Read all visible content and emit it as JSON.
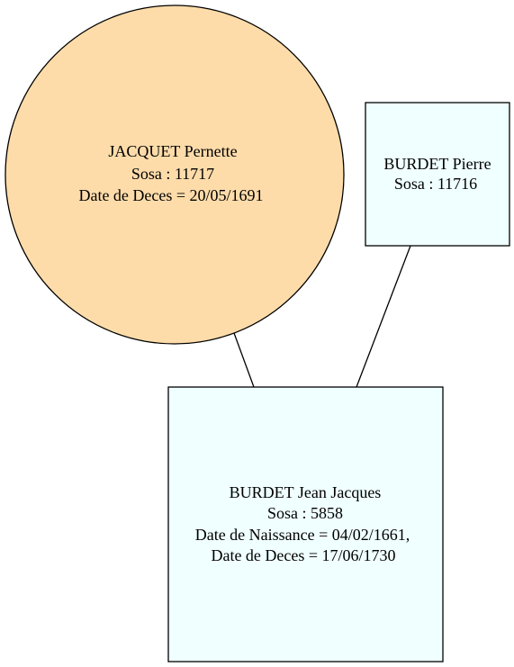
{
  "colors": {
    "female_fill": "#fddcaa",
    "male_fill": "#f0ffff",
    "stroke": "#000000",
    "background": "#ffffff"
  },
  "nodes": {
    "mother": {
      "name": "JACQUET Pernette",
      "sosa": "Sosa : 11717",
      "death": "Date de Deces = 20/05/1691"
    },
    "father": {
      "name": "BURDET Pierre",
      "sosa": "Sosa : 11716"
    },
    "child": {
      "name": "BURDET Jean Jacques",
      "sosa": "Sosa : 5858",
      "birth": "Date de Naissance = 04/02/1661,",
      "death": "Date de Deces = 17/06/1730"
    }
  }
}
